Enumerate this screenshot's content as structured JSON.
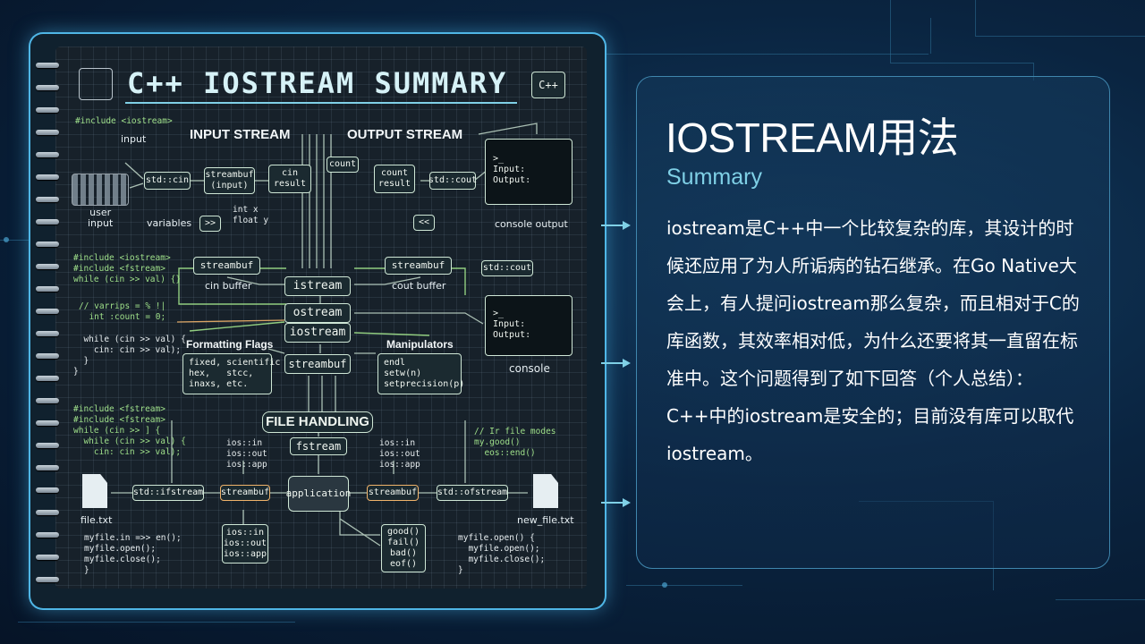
{
  "card": {
    "title": "IOSTREAM用法",
    "subtitle": "Summary",
    "body": "iostream是C++中一个比较复杂的库，其设计的时候还应用了为人所诟病的钻石继承。在Go Native大会上，有人提问iostream那么复杂，而且相对于C的库函数，其效率相对低，为什么还要将其一直留在标准中。这个问题得到了如下回答（个人总结）： C++中的iostream是安全的；目前没有库可以取代iostream。"
  },
  "diagram": {
    "title": "C++ IOSTREAM SUMMARY",
    "badge": "C++",
    "include_top": "#include <iostream>",
    "input_stream": "INPUT STREAM",
    "output_stream": "OUTPUT STREAM",
    "input_label": "input",
    "user_input": "user\ninput",
    "variables": "variables",
    "std_cin": "std::cin",
    "streambuf_input": "streambuf\n(input)",
    "cin_result": "cin\nresult",
    "int_float": "int x\nfloat y",
    "extract_op": ">>",
    "count_a": "count",
    "count_result": "count\nresult",
    "std_cout": "std::cout",
    "insert_op": "<<",
    "console_text": ">_\nInput:\nOutput:",
    "console_output": "console output",
    "std_cout2": "std::cout",
    "console": "console",
    "streambuf": "streambuf",
    "cin_buffer": "cin buffer",
    "cout_buffer": "cout buffer",
    "istream": "istream",
    "ostream": "ostream",
    "iostream": "iostream",
    "streambuf_mid": "streambuf",
    "code_left_1": "#include <iostream>\n#include <fstream>\nwhile (cin >> val) {}",
    "code_left_2": "// varrips = % !|\n  int :count = 0;",
    "code_left_3": "  while (cin >> val) {\n    cin: cin >> val);\n  }\n}",
    "formatting_flags": "Formatting Flags",
    "flags_box": "fixed, scientific\nhex,   stcc,\ninaxs, etc.",
    "manipulators": "Manipulators",
    "manip_box": "endl\nsetw(n)\nsetprecision(p)",
    "file_handling": "FILE HANDLING",
    "code_left_4": "#include <fstream>\n#include <fstream>\nwhile (cin >> ] {\n  while (cin >> val) {\n    cin: cin >> val);",
    "ios_modes_top": "ios::in\nios::out\nios::app",
    "fstream": "fstream",
    "ios_modes_right": "ios::in\nios::out\nios::app",
    "comment_modes": "// Ir file modes\nmy.good()\n  eos::end()",
    "file_txt": "file.txt",
    "std_ifstream": "std::ifstream",
    "streambuf_l": "streambuf",
    "application": "application",
    "streambuf_r": "streambuf",
    "std_ofstream": "std::ofstream",
    "new_file_txt": "new_file.txt",
    "code_bottom_left": "myfile.in =>> en();\nmyfile.open();\nmyfile.close();\n}",
    "ios_modes_bottom": "ios::in\nios::out\nios::app",
    "state_funcs": "good()\nfail()\nbad()\neof()",
    "code_bottom_right": "myfile.open() {\n  myfile.open();\n  myfile.close();\n}"
  },
  "colors": {
    "accent": "#4fb6e6",
    "card_border": "#3f86ad",
    "subtitle": "#7fd0e6"
  }
}
